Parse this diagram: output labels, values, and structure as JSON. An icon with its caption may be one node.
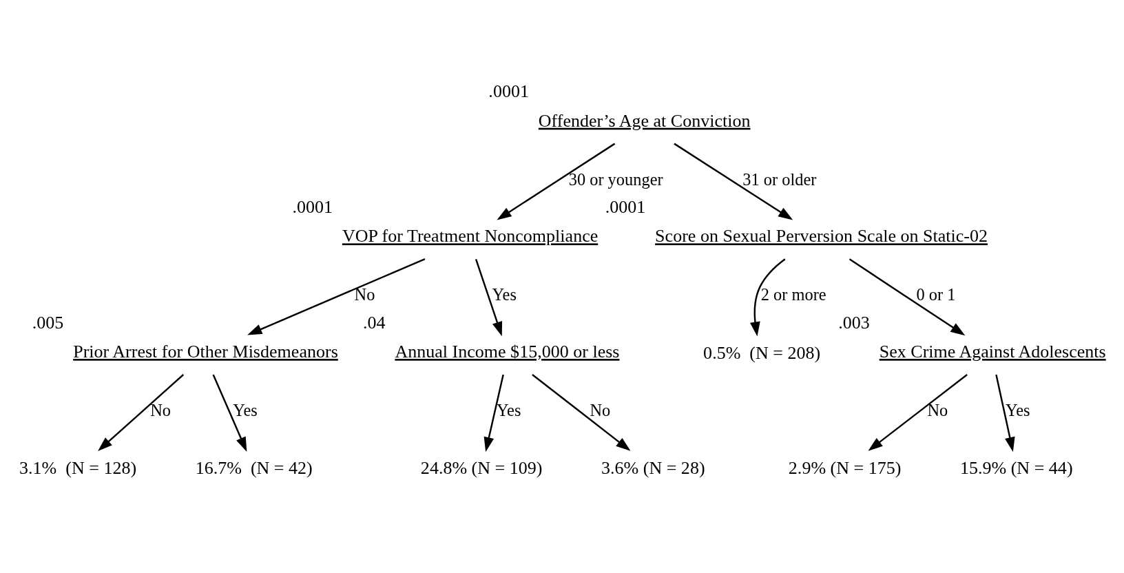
{
  "diagram": {
    "nodes": [
      {
        "text": [
          "Offender’s Age at Conviction"
        ],
        "beside": [
          ".0001"
        ]
      },
      {
        "text": [
          "VOP for Treatment Noncompliance"
        ],
        "beside": [
          ".0001"
        ]
      },
      {
        "text": [
          "Score on Sexual Perversion Scale on Static-02"
        ],
        "beside": [
          ".0001"
        ]
      },
      {
        "text": [
          "Prior Arrest for Other Misdemeanors"
        ],
        "beside": [
          ".005"
        ]
      },
      {
        "text": [
          "Annual Income $15,000 or less"
        ],
        "beside": [
          ".04"
        ]
      },
      {
        "text": [
          "0.5%  (N = 208)"
        ]
      },
      {
        "text": [
          "Sex Crime Against Adolescents"
        ],
        "beside": [
          ".003"
        ]
      },
      {
        "text": [
          "3.1%  (N = 128)"
        ]
      },
      {
        "text": [
          "16.7%  (N = 42)"
        ]
      },
      {
        "text": [
          "24.8% (N = 109)"
        ]
      },
      {
        "text": [
          "3.6% (N = 28)"
        ]
      },
      {
        "text": [
          "2.9% (N = 175)"
        ]
      },
      {
        "text": [
          "15.9% (N = 44)"
        ]
      }
    ],
    "edges": [
      {
        "from": 0,
        "to": 1,
        "arrow": "to",
        "label": "30 or younger"
      },
      {
        "from": 0,
        "to": 2,
        "arrow": "to",
        "label": "31 or older"
      },
      {
        "from": 1,
        "to": 3,
        "arrow": "to",
        "label": "No"
      },
      {
        "from": 1,
        "to": 4,
        "arrow": "to",
        "label": "Yes"
      },
      {
        "from": 2,
        "to": 6,
        "arrow": "to",
        "label": "0 or 1"
      },
      {
        "from": 2,
        "to": 5,
        "arrow": "to",
        "label": "2 or more"
      },
      {
        "from": 3,
        "to": 7,
        "arrow": "to",
        "label": "No"
      },
      {
        "from": 3,
        "to": 8,
        "arrow": "to",
        "label": "Yes"
      },
      {
        "from": 4,
        "to": 9,
        "arrow": "to",
        "label": "Yes"
      },
      {
        "from": 4,
        "to": 10,
        "arrow": "to",
        "label": "No"
      },
      {
        "from": 6,
        "to": 11,
        "arrow": "to",
        "label": "No"
      },
      {
        "from": 6,
        "to": 12,
        "arrow": "to",
        "label": "Yes"
      }
    ]
  }
}
